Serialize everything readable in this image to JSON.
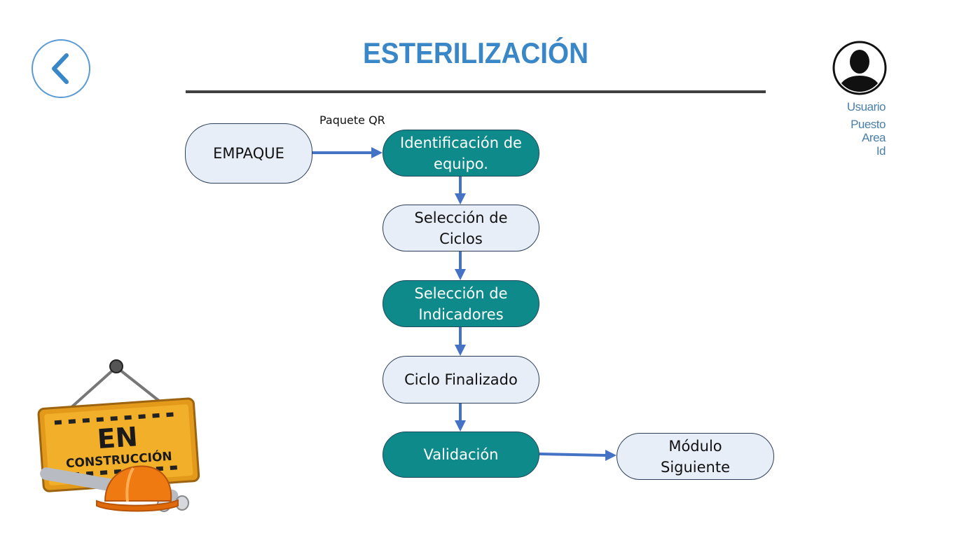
{
  "page": {
    "title": "ESTERILIZACIÓN",
    "back_icon": "chevron-left-icon",
    "accent_color": "#3a87c8"
  },
  "user": {
    "avatar_icon": "user-silhouette-icon",
    "usuario": "Usuario",
    "puesto": "Puesto",
    "area": "Area",
    "id": "Id"
  },
  "flow": {
    "nodes": {
      "empaque": "EMPAQUE",
      "identificacion": "Identificación de equipo.",
      "seleccion_ciclos": "Selección de Ciclos",
      "seleccion_indicadores": "Selección de Indicadores",
      "ciclo_finalizado": "Ciclo Finalizado",
      "validacion": "Validación",
      "modulo_siguiente": "Módulo Siguiente"
    },
    "edge_label": "Paquete QR",
    "colors": {
      "highlight": "#0f8a8a",
      "normal": "#e7eef8",
      "arrow": "#4472c4"
    }
  },
  "banner": {
    "line1": "EN",
    "line2": "CONSTRUCCIÓN"
  }
}
